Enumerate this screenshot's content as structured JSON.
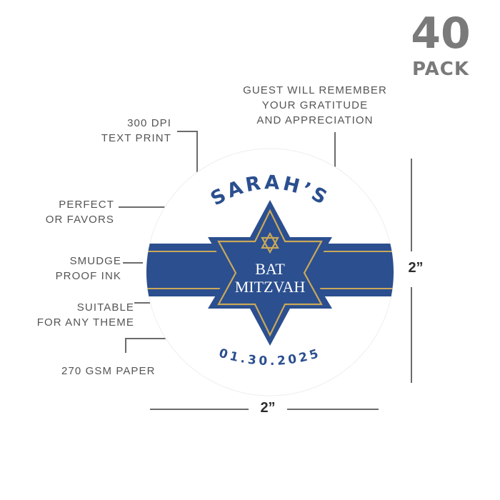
{
  "pack": {
    "number": "40",
    "label": "PACK"
  },
  "callouts": {
    "guest": [
      "GUEST WILL REMEMBER",
      "YOUR GRATITUDE",
      "AND APPRECIATION"
    ],
    "dpi": [
      "300 DPI",
      "TEXT PRINT"
    ],
    "favors": [
      "PERFECT",
      "OR FAVORS"
    ],
    "ink": [
      "SMUDGE",
      "PROOF INK"
    ],
    "theme": [
      "SUITABLE",
      "FOR ANY THEME"
    ],
    "paper": [
      "270 GSM PAPER"
    ]
  },
  "dimensions": {
    "height": "2”",
    "width": "2”"
  },
  "sticker": {
    "name": "SARAH’S",
    "event_line1": "BAT",
    "event_line2": "MITZVAH",
    "date": "01.30.2025",
    "colors": {
      "navy": "#2b4f8f",
      "gold": "#c9a85a",
      "white": "#ffffff"
    }
  }
}
